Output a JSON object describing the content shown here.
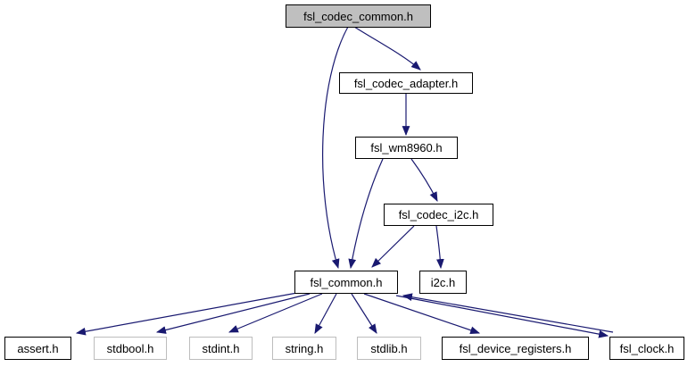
{
  "diagram": {
    "kind": "include-dependency-graph",
    "arrow_color": "#191970",
    "highlight_fill": "#bfbfbf",
    "nodes": {
      "fsl_codec_common": {
        "label": "fsl_codec_common.h",
        "current": true,
        "linked": false
      },
      "fsl_codec_adapter": {
        "label": "fsl_codec_adapter.h",
        "current": false,
        "linked": true
      },
      "fsl_wm8960": {
        "label": "fsl_wm8960.h",
        "current": false,
        "linked": true
      },
      "fsl_codec_i2c": {
        "label": "fsl_codec_i2c.h",
        "current": false,
        "linked": true
      },
      "fsl_common": {
        "label": "fsl_common.h",
        "current": false,
        "linked": true
      },
      "i2c": {
        "label": "i2c.h",
        "current": false,
        "linked": true
      },
      "assert": {
        "label": "assert.h",
        "current": false,
        "linked": true
      },
      "stdbool": {
        "label": "stdbool.h",
        "current": false,
        "linked": false
      },
      "stdint": {
        "label": "stdint.h",
        "current": false,
        "linked": false
      },
      "string": {
        "label": "string.h",
        "current": false,
        "linked": false
      },
      "stdlib": {
        "label": "stdlib.h",
        "current": false,
        "linked": false
      },
      "fsl_device_registers": {
        "label": "fsl_device_registers.h",
        "current": false,
        "linked": true
      },
      "fsl_clock": {
        "label": "fsl_clock.h",
        "current": false,
        "linked": true
      }
    },
    "edges": [
      {
        "from": "fsl_codec_common.h",
        "to": "fsl_codec_adapter.h"
      },
      {
        "from": "fsl_codec_common.h",
        "to": "fsl_common.h"
      },
      {
        "from": "fsl_codec_adapter.h",
        "to": "fsl_wm8960.h"
      },
      {
        "from": "fsl_wm8960.h",
        "to": "fsl_codec_i2c.h"
      },
      {
        "from": "fsl_wm8960.h",
        "to": "fsl_common.h"
      },
      {
        "from": "fsl_codec_i2c.h",
        "to": "fsl_common.h"
      },
      {
        "from": "fsl_codec_i2c.h",
        "to": "i2c.h"
      },
      {
        "from": "fsl_common.h",
        "to": "assert.h"
      },
      {
        "from": "fsl_common.h",
        "to": "stdbool.h"
      },
      {
        "from": "fsl_common.h",
        "to": "stdint.h"
      },
      {
        "from": "fsl_common.h",
        "to": "string.h"
      },
      {
        "from": "fsl_common.h",
        "to": "stdlib.h"
      },
      {
        "from": "fsl_common.h",
        "to": "fsl_device_registers.h"
      },
      {
        "from": "fsl_common.h",
        "to": "fsl_clock.h"
      },
      {
        "from": "fsl_clock.h",
        "to": "fsl_common.h"
      }
    ]
  }
}
